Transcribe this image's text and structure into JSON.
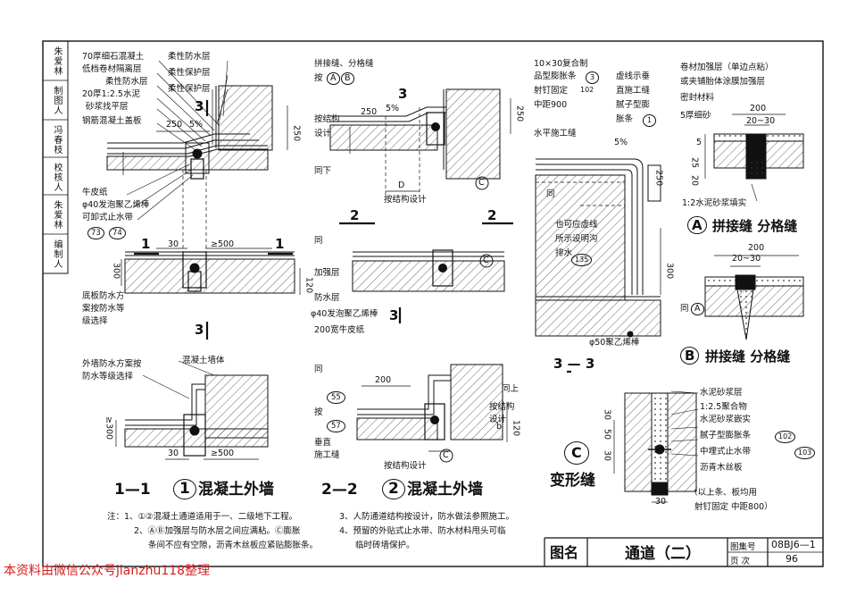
{
  "sidebar": {
    "cells": [
      "朱爱林",
      "制图人",
      "冯春枝",
      "校核人",
      "朱爱林",
      "编制人"
    ]
  },
  "detail_1_1": {
    "callouts": [
      "70厚细石混凝土",
      "低档卷材隔离层",
      "柔性防水层",
      "20厚1:2.5水泥",
      "砂浆找平层",
      "钢筋混凝土盖板"
    ],
    "right_callouts": [
      "柔性防水层",
      "柔性保护层",
      "柔性保护层"
    ],
    "slope": "5%",
    "dims": [
      "250",
      "250",
      "30",
      "≥500",
      "300",
      "120"
    ],
    "section_mark": "3",
    "cut_mark": "1",
    "left_notes": [
      "牛皮纸",
      "φ40发泡聚乙烯棒",
      "可卸式止水带"
    ],
    "ref_a": {
      "top": "73",
      "bottom": "—"
    },
    "ref_b": {
      "top": "74",
      "bottom": "—"
    },
    "wp_note": [
      "底板防水方",
      "案按防水等",
      "级选择"
    ]
  },
  "detail_1_1b": {
    "notes": [
      "外墙防水方案按",
      "防水等级选择"
    ],
    "wall": "混凝土墙体",
    "dims": [
      "≥300",
      "30",
      "≥500"
    ]
  },
  "caption_1": {
    "num": "1—1",
    "circle": "1",
    "text": "混凝土外墙"
  },
  "detail_2_2": {
    "top_notes": [
      "拼接缝、分格缝",
      "按"
    ],
    "ab": [
      "A",
      "B"
    ],
    "slope": "5%",
    "dims": [
      "250",
      "D",
      "250",
      "200",
      "b",
      "120"
    ],
    "labels": [
      "按结构",
      "设计",
      "同下",
      "按结构设计"
    ],
    "mid_labels": [
      "同",
      "加强层",
      "防水层",
      "φ40发泡聚乙烯棒",
      "200宽牛皮纸"
    ],
    "bottom_labels": [
      "同",
      "按",
      "垂直",
      "施工缝",
      "同上",
      "按结构",
      "设计",
      "按结构设计"
    ],
    "ref55": "55",
    "ref57": "57",
    "circ_c": "C",
    "cut": "2",
    "sec3": "3"
  },
  "caption_2": {
    "num": "2—2",
    "circle": "2",
    "text": "混凝土外墙"
  },
  "detail_3_3": {
    "notes": [
      "10×30复合制",
      "品型膨胀条",
      "射钉固定",
      "中距900"
    ],
    "ref102": "102",
    "ref3": "3",
    "dash_note": [
      "虚线示垂",
      "直施工缝",
      "腻子型膨",
      "胀条"
    ],
    "ref102b": "1",
    "level": "水平施工缝",
    "slope": "5%",
    "same": "同",
    "dims": [
      "250",
      "300"
    ],
    "drain_note": [
      "也可应虚线",
      "所示设明沟",
      "排水"
    ],
    "ref135": "135",
    "rod": "φ50聚乙烯棒",
    "cap": "3 — 3"
  },
  "detail_a": {
    "notes": [
      "卷材加强层（单边点粘）",
      "或夹铺胎体涂膜加强层",
      "密封材料",
      "5厚细砂"
    ],
    "dims": [
      "200",
      "20~30",
      "5",
      "25",
      "20"
    ],
    "bed": "1:2水泥砂浆填实",
    "title": "拼接缝  分格缝",
    "letter": "A"
  },
  "detail_b": {
    "dims": [
      "200",
      "20~30"
    ],
    "same": "同",
    "ref": "A",
    "title": "拼接缝  分格缝",
    "letter": "B"
  },
  "detail_c": {
    "notes": [
      "水泥砂浆层",
      "1:2.5聚合物",
      "水泥砂浆嵌实",
      "腻子型膨胀条",
      "中埋式止水带",
      "沥青木丝板"
    ],
    "ref102": "102",
    "ref103": "103",
    "dims": [
      "30",
      "50",
      "30",
      "30"
    ],
    "foot": [
      "（以上条、板均用",
      "射钉固定 中距800）"
    ],
    "letter": "C",
    "title": "变形缝"
  },
  "notes": [
    "注：1、①②混凝土通道适用于一、二级地下工程。",
    "2、ⒶⒷ加强层与防水层之间应满粘。Ⓒ膨胀",
    "条间不应有空隙，沥青木丝板应紧贴膨胀条。",
    "3、人防通道结构按设计，防水做法参照施工。",
    "4、预留的外贴式止水带、防水材料甩头可临",
    "临时砖墙保护。"
  ],
  "title_block": {
    "label": "图名",
    "name": "通道（二）",
    "atlas_label": "图集号",
    "atlas": "08BJ6—1",
    "page_label": "页  次",
    "page": "96"
  },
  "watermark": "本资料由微信公众号jianzhu118整理",
  "colors": {
    "ink": "#111111",
    "watermark": "#d91c1c",
    "hatch": "#444444"
  }
}
